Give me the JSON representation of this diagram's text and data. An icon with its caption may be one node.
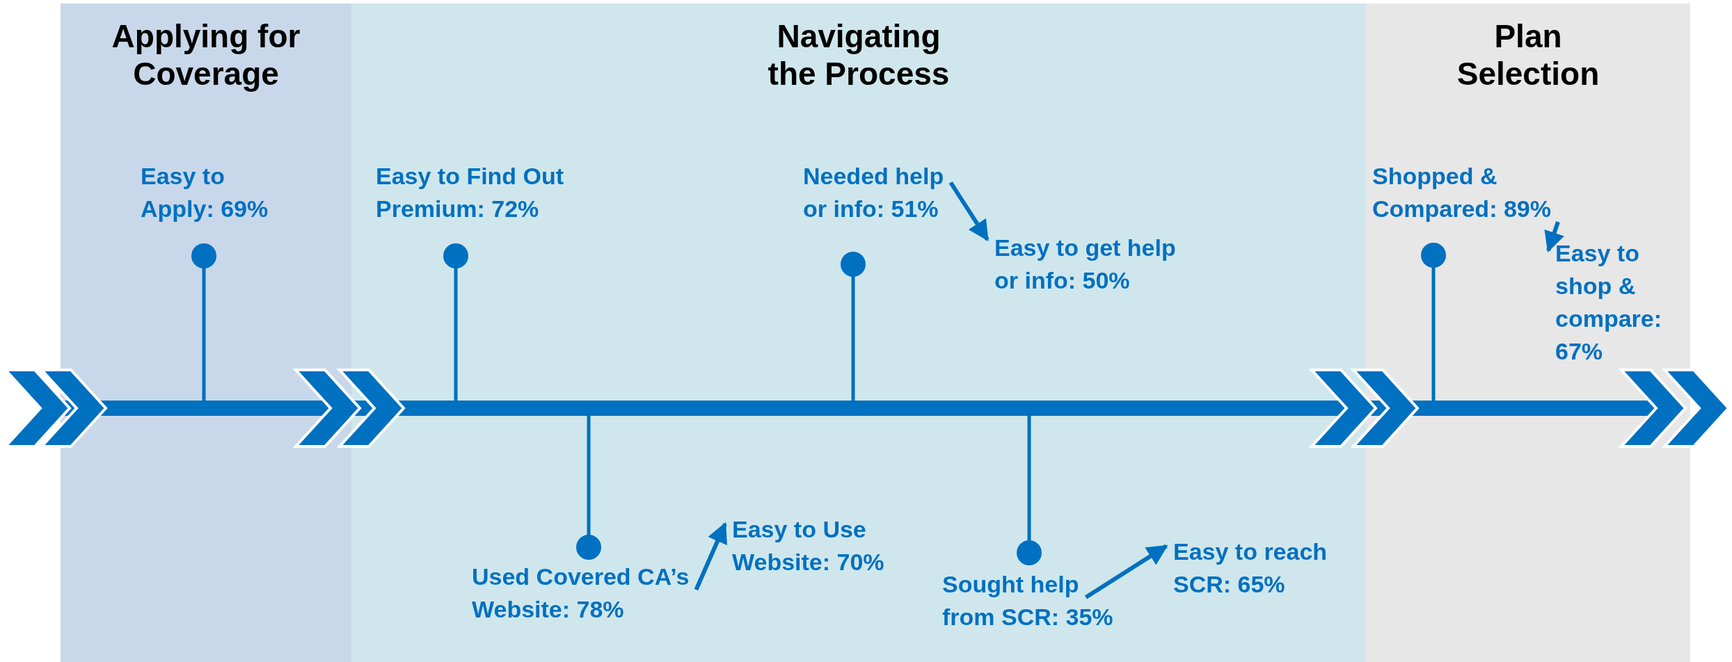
{
  "diagram": {
    "nodes": [
      {
        "text": [
          "Applying for Coverage"
        ]
      },
      {
        "text": [
          "Navigating the Process"
        ]
      },
      {
        "text": [
          "Plan Selection"
        ]
      },
      {
        "text": [
          "Easy to Apply: 69%"
        ],
        "in": 0
      },
      {
        "text": [
          "Easy to Find Out Premium: 72%"
        ],
        "in": 1
      },
      {
        "text": [
          "Needed help or info: 51%"
        ],
        "in": 1
      },
      {
        "text": [
          "Easy to get help or info: 50%"
        ],
        "in": 1
      },
      {
        "text": [
          "Used Covered CA’s Website: 78%"
        ],
        "in": 1
      },
      {
        "text": [
          "Easy to Use Website: 70%"
        ],
        "in": 1
      },
      {
        "text": [
          "Sought help from SCR: 35%"
        ],
        "in": 1
      },
      {
        "text": [
          "Easy to reach SCR: 65%"
        ],
        "in": 1
      },
      {
        "text": [
          "Shopped & Compared: 89%"
        ],
        "in": 2
      },
      {
        "text": [
          "Easy to shop & compare: 67%"
        ],
        "in": 2
      }
    ],
    "edges": [
      {
        "from": 5,
        "to": 6,
        "arrow": "to"
      },
      {
        "from": 7,
        "to": 8,
        "arrow": "to"
      },
      {
        "from": 9,
        "to": 10,
        "arrow": "to"
      },
      {
        "from": 11,
        "to": 12,
        "arrow": "to"
      }
    ]
  }
}
